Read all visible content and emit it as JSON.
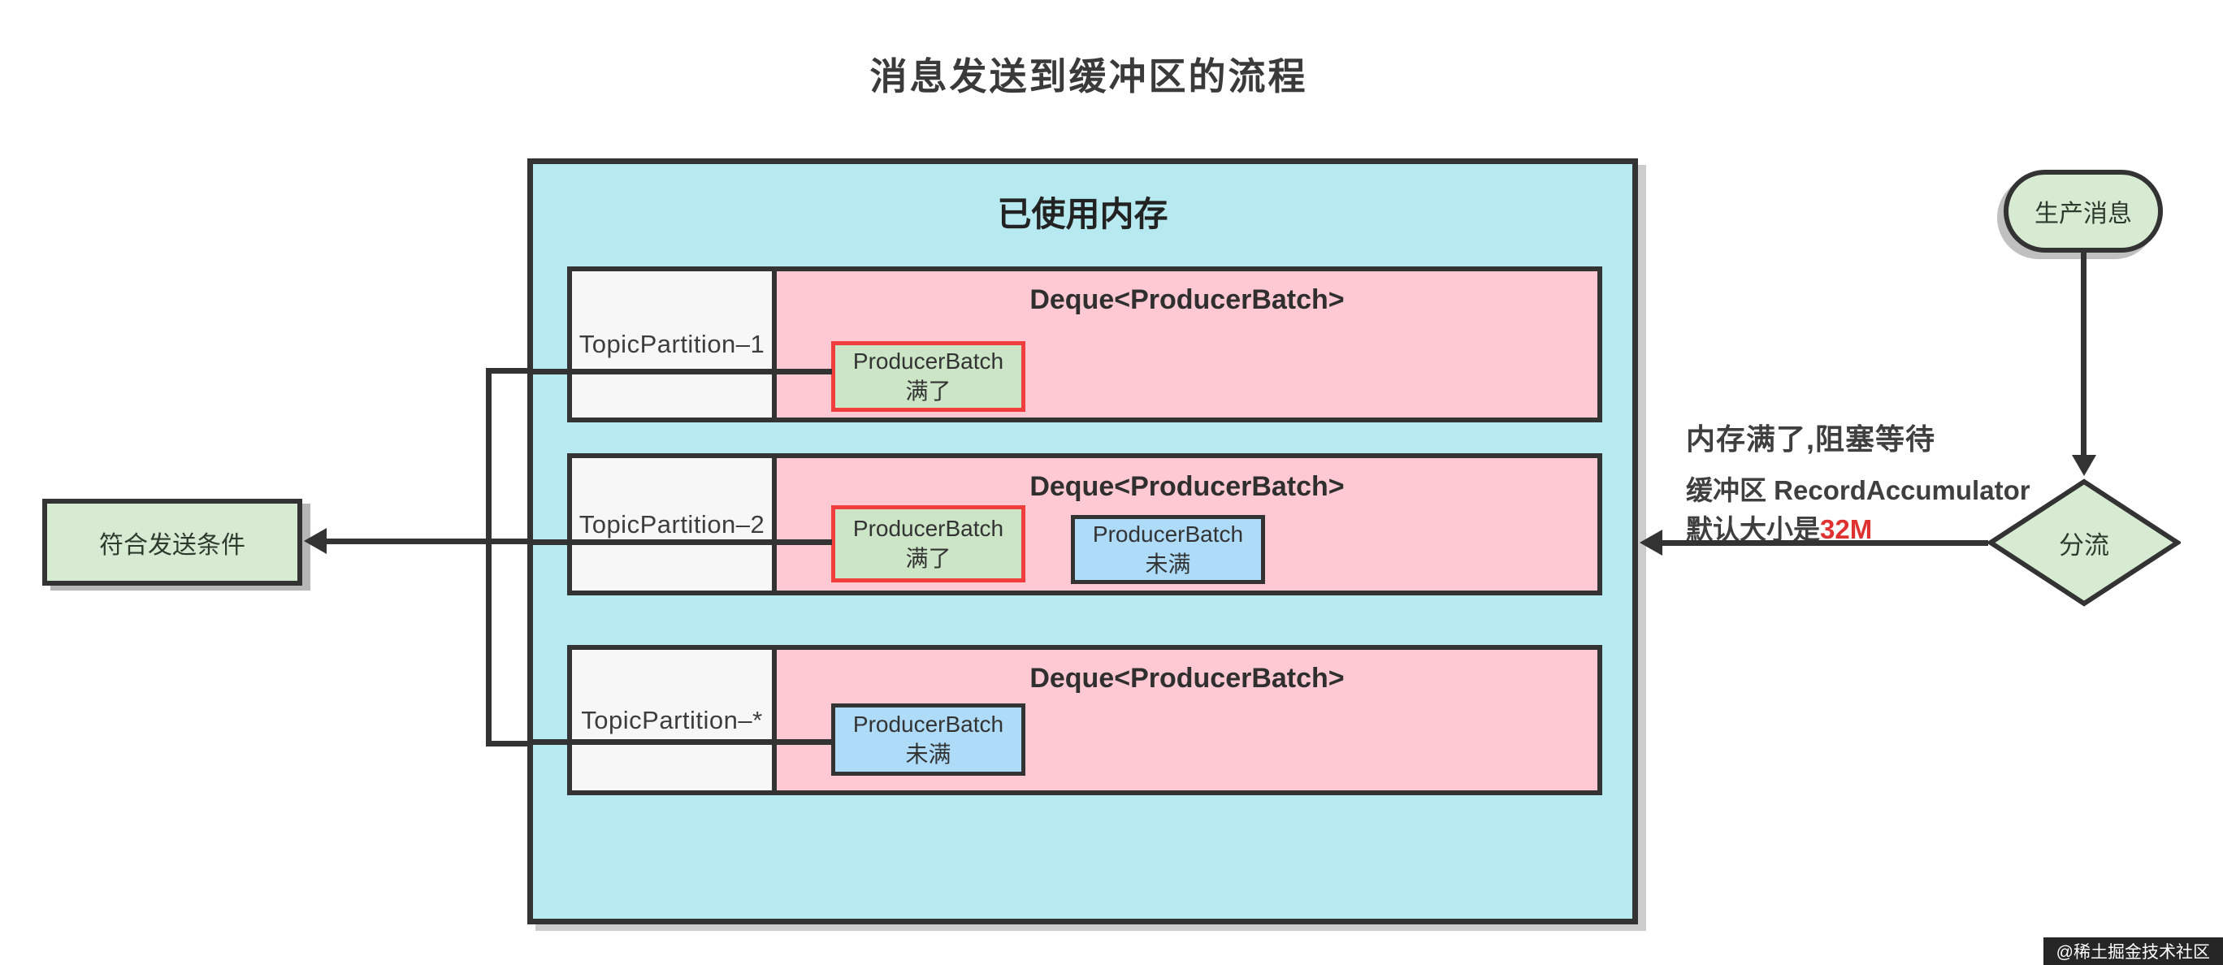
{
  "title": "消息发送到缓冲区的流程",
  "buffer": {
    "title": "已使用内存",
    "rows": [
      {
        "partition": "TopicPartition–1",
        "deque_label": "Deque<ProducerBatch>",
        "batches": [
          {
            "label": "ProducerBatch",
            "state": "满了",
            "type": "full"
          }
        ]
      },
      {
        "partition": "TopicPartition–2",
        "deque_label": "Deque<ProducerBatch>",
        "batches": [
          {
            "label": "ProducerBatch",
            "state": "满了",
            "type": "full"
          },
          {
            "label": "ProducerBatch",
            "state": "未满",
            "type": "not_full"
          }
        ]
      },
      {
        "partition": "TopicPartition–*",
        "deque_label": "Deque<ProducerBatch>",
        "batches": [
          {
            "label": "ProducerBatch",
            "state": "未满",
            "type": "not_full"
          }
        ]
      }
    ]
  },
  "nodes": {
    "send_ready": {
      "label": "符合发送条件"
    },
    "produce": {
      "label": "生产消息"
    },
    "split": {
      "label": "分流"
    }
  },
  "annotations": {
    "memory_full": "内存满了,阻塞等待",
    "buffer_line": "缓冲区 RecordAccumulator",
    "size_prefix": "默认大小是",
    "size_highlight": "32M"
  },
  "watermark": "@稀土掘金技术社区",
  "colors": {
    "container_cyan": "#b6eaf0",
    "deque_pink": "#ffc9d3",
    "node_green": "#d6ebd2",
    "batch_green": "#cbe5c6",
    "batch_blue": "#aedbf8",
    "full_border_red": "#f03e3e",
    "highlight_red": "#e03131",
    "line_dark": "#333333"
  }
}
